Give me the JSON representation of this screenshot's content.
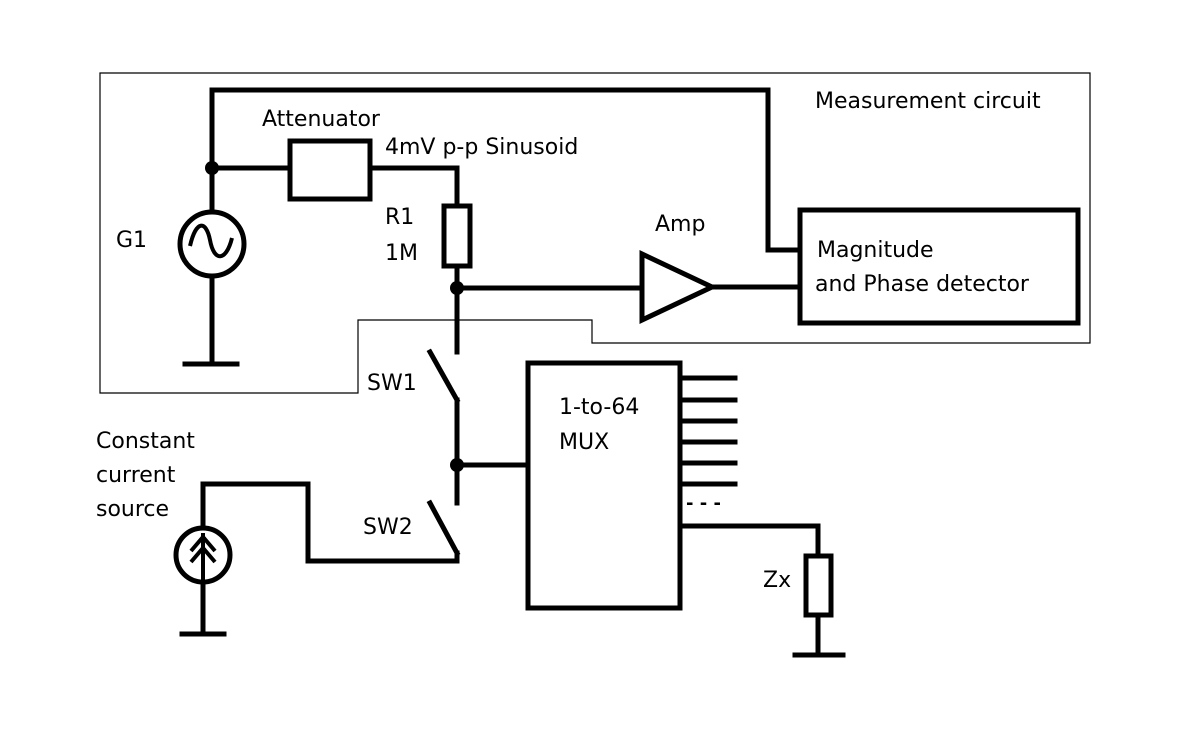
{
  "labels": {
    "measurement_circuit": "Measurement circuit",
    "attenuator": "Attenuator",
    "sinusoid": "4mV p-p Sinusoid",
    "g1": "G1",
    "r1_name": "R1",
    "r1_value": "1M",
    "amp": "Amp",
    "detector_line1": "Magnitude",
    "detector_line2": "and Phase detector",
    "sw1": "SW1",
    "sw2": "SW2",
    "ccs_line1": "Constant",
    "ccs_line2": "current",
    "ccs_line3": "source",
    "mux_line1": "1-to-64",
    "mux_line2": "MUX",
    "mux_ellipsis": "- - -",
    "zx": "Zx"
  }
}
